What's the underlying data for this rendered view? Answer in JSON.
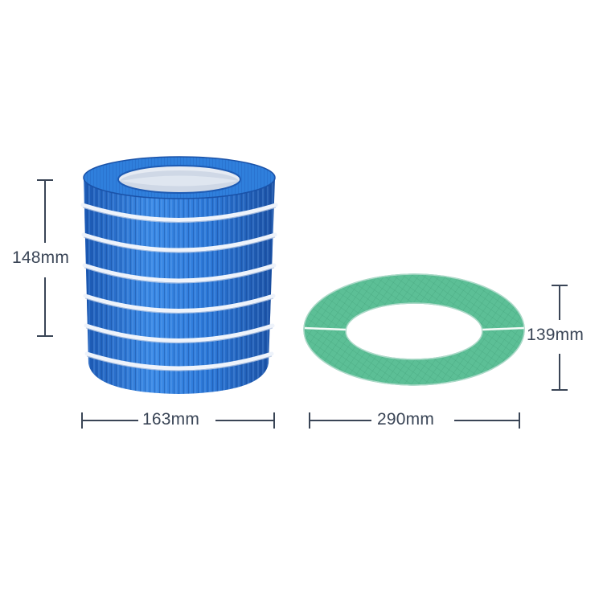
{
  "colors": {
    "dimension_line": "#3a4556",
    "label_text": "#3a4556",
    "filter_blue": "#2a77d6",
    "filter_blue_dark": "#1c56ac",
    "filter_blue_light": "#4f98ee",
    "band_white": "#e9f0fa",
    "ring_green": "#5ebf97",
    "ring_green_dark": "#3f9f7a"
  },
  "dimensions": {
    "cylinder_height": "148mm",
    "cylinder_diameter": "163mm",
    "ring_outer_diameter": "290mm",
    "ring_height": "139mm"
  },
  "objects": [
    {
      "name": "pleated-blue-filter-cylinder",
      "icon": "cylindrical-pleated-filter"
    },
    {
      "name": "green-filter-ring",
      "icon": "oval-filter-ring"
    }
  ]
}
